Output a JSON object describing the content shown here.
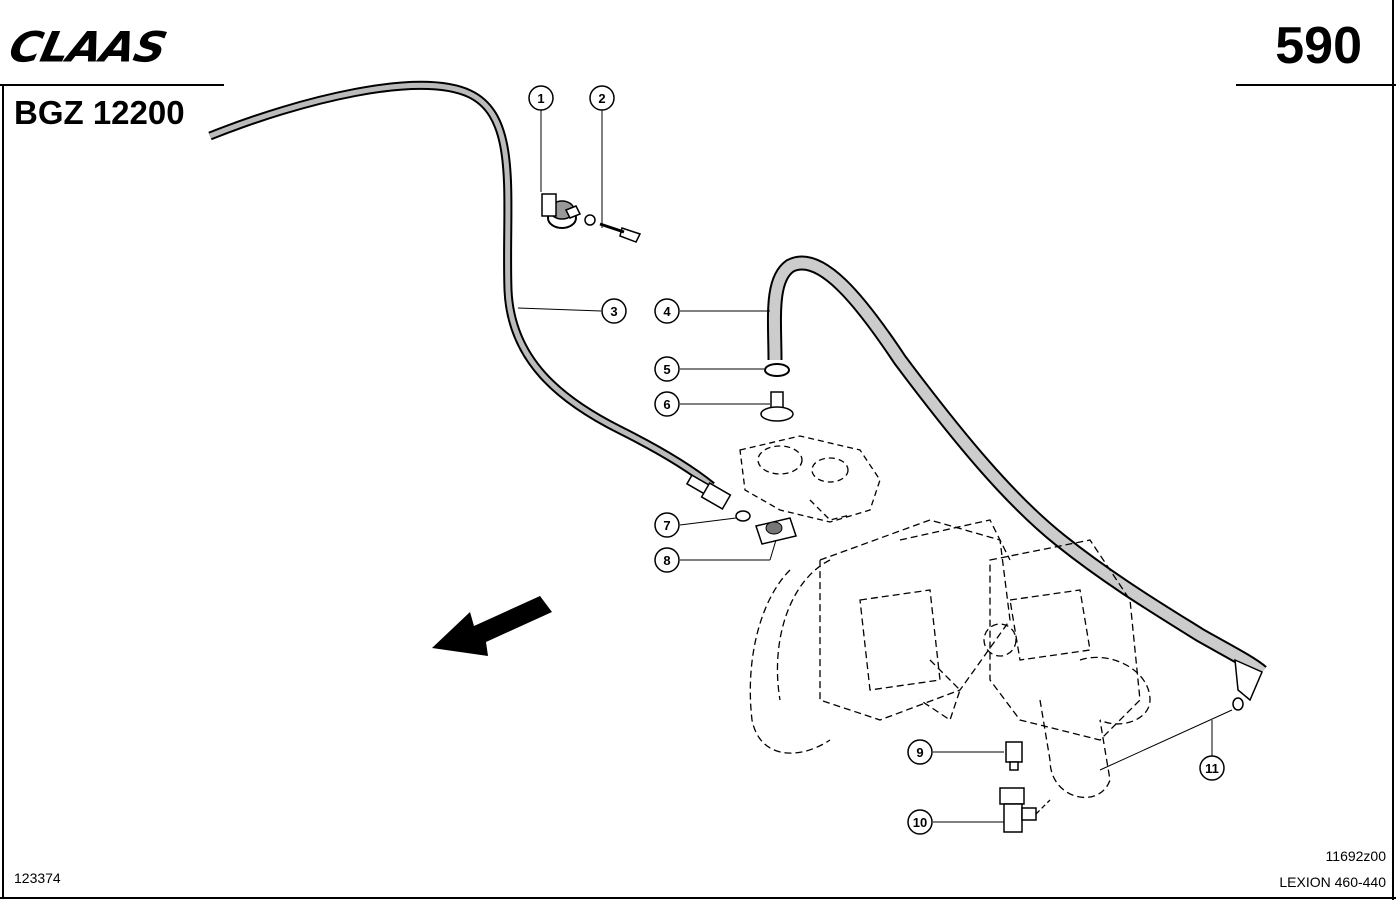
{
  "header": {
    "brand": "CLAAS",
    "sheet_number": "590",
    "group_code": "BGZ 12200"
  },
  "footer": {
    "figure_id": "123374",
    "drawing_id": "11692z00",
    "model": "LEXION 460-440"
  },
  "callouts": [
    "1",
    "2",
    "3",
    "4",
    "5",
    "6",
    "7",
    "8",
    "9",
    "10",
    "11"
  ]
}
